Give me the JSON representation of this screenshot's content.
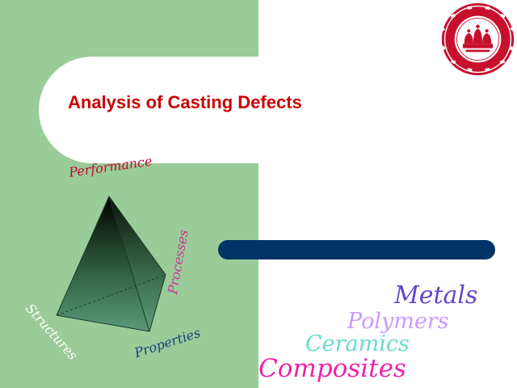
{
  "slide": {
    "title": "Analysis of Casting Defects",
    "logo_icon": "university-seal-logo",
    "tetrahedron": {
      "top": "Performance",
      "right": "Processes",
      "bottom": "Properties",
      "left": "Structures"
    },
    "materials": [
      "Metals",
      "Polymers",
      "Ceramics",
      "Composites"
    ]
  },
  "colors": {
    "panel": "#99cc99",
    "title": "#cc0000",
    "bar": "#003366",
    "seal": "#c8102e"
  }
}
